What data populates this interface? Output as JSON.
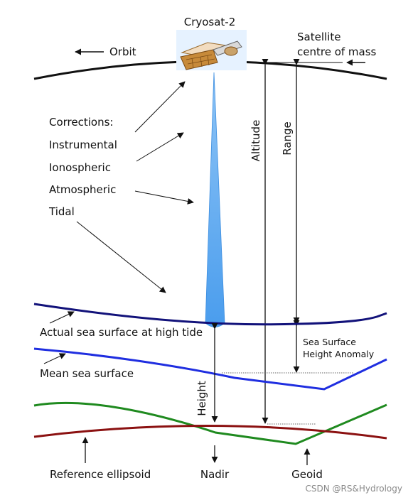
{
  "satellite": {
    "name": "Cryosat-2"
  },
  "orbit": {
    "label": "Orbit"
  },
  "centre_of_mass": {
    "line1": "Satellite",
    "line2": "centre of mass"
  },
  "corrections": {
    "title": "Corrections:",
    "items": [
      "Instrumental",
      "Ionospheric",
      "Atmospheric",
      "Tidal"
    ]
  },
  "measurements": {
    "altitude": "Altitude",
    "range": "Range",
    "height": "Height"
  },
  "surfaces": {
    "actual_sea": "Actual sea surface at high tide",
    "mean_sea": "Mean sea surface",
    "ssha_line1": "Sea Surface",
    "ssha_line2": "Height Anomaly",
    "reference_ellipsoid": "Reference ellipsoid",
    "nadir": "Nadir",
    "geoid": "Geoid"
  },
  "colors": {
    "orbit": "#111111",
    "actual_sea_surface": "#12127a",
    "mean_sea_surface": "#1f2ee0",
    "geoid": "#1f8a1f",
    "reference_ellipsoid": "#8b1111",
    "radar_beam": "#5aa8f0"
  },
  "watermark": "CSDN @RS&Hydrology"
}
